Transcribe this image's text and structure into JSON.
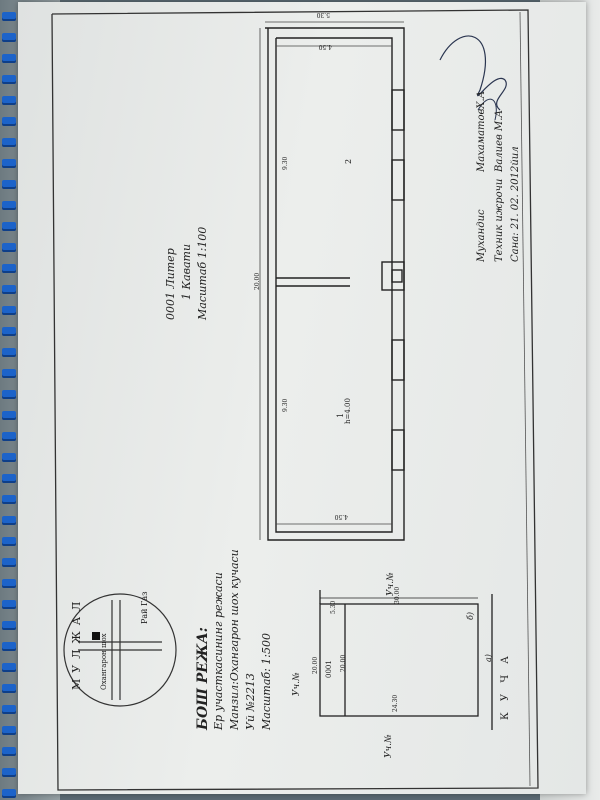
{
  "header": {
    "title": "БОШ РЕЖА:",
    "line1": "Ер участкасининг режаси",
    "line2": "Манзил:Охангарон шох кучаси",
    "line3": "Уй №2213",
    "scale": "Масштаб: 1:500"
  },
  "floor_block": {
    "liter": "0001 Литер",
    "floor": "1 Кавати",
    "scale": "Масштаб 1:100"
  },
  "floor_plan": {
    "dim_total": "20.00",
    "dim_top": "5.30",
    "dim_inner_top": "4.50",
    "dim_room2_len": "9.30",
    "dim_room1_len": "9.30",
    "dim_inner_bottom": "4.50",
    "room1_number": "1",
    "room1_height": "h=4.00",
    "room2_number": "2"
  },
  "site_plan": {
    "uch_top": "Уч.№",
    "uch_left": "Уч.№",
    "uch_bottom": "Уч.№",
    "dim_30": "30.00",
    "dim_530": "5.30",
    "dim_2000a": "20.00",
    "dim_2000b": "20.00",
    "building_code": "0001",
    "dim_2430": "24.30",
    "corner_a": "а)",
    "corner_b": "б)",
    "street_label": "К   У   Ч   А"
  },
  "signatures": {
    "engineer_title": "Мухандис",
    "engineer_name": "МахаматовХ.А",
    "tech_title": "Техник ижрочи",
    "tech_name": "Валиев М.А",
    "date": "Сана: 21. 02. 2012йил"
  },
  "seal": {
    "top_text": "МУЛЖАЛ",
    "street_text": "Охангарон шох",
    "bottom_text": "Рай Газ"
  },
  "colors": {
    "paper": "#e6e9e8",
    "ink": "#222222",
    "binding": "#1c63c9"
  }
}
